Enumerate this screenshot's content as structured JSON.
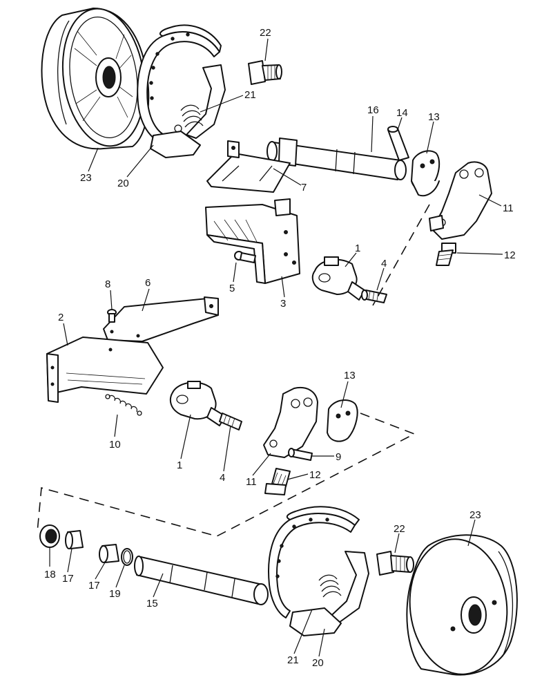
{
  "callouts": [
    {
      "id": "c22a",
      "text": "22"
    },
    {
      "id": "c21a",
      "text": "21"
    },
    {
      "id": "c16",
      "text": "16"
    },
    {
      "id": "c14",
      "text": "14"
    },
    {
      "id": "c13a",
      "text": "13"
    },
    {
      "id": "c23a",
      "text": "23"
    },
    {
      "id": "c20a",
      "text": "20"
    },
    {
      "id": "c7",
      "text": "7"
    },
    {
      "id": "c11a",
      "text": "11"
    },
    {
      "id": "c1a",
      "text": "1"
    },
    {
      "id": "c12a",
      "text": "12"
    },
    {
      "id": "c4a",
      "text": "4"
    },
    {
      "id": "c5",
      "text": "5"
    },
    {
      "id": "c3",
      "text": "3"
    },
    {
      "id": "c8",
      "text": "8"
    },
    {
      "id": "c6",
      "text": "6"
    },
    {
      "id": "c2",
      "text": "2"
    },
    {
      "id": "c13b",
      "text": "13"
    },
    {
      "id": "c10",
      "text": "10"
    },
    {
      "id": "c1b",
      "text": "1"
    },
    {
      "id": "c4b",
      "text": "4"
    },
    {
      "id": "c9",
      "text": "9"
    },
    {
      "id": "c11b",
      "text": "11"
    },
    {
      "id": "c12b",
      "text": "12"
    },
    {
      "id": "c23b",
      "text": "23"
    },
    {
      "id": "c22b",
      "text": "22"
    },
    {
      "id": "c18",
      "text": "18"
    },
    {
      "id": "c17a",
      "text": "17"
    },
    {
      "id": "c17b",
      "text": "17"
    },
    {
      "id": "c19",
      "text": "19"
    },
    {
      "id": "c15",
      "text": "15"
    },
    {
      "id": "c21b",
      "text": "21"
    },
    {
      "id": "c20b",
      "text": "20"
    }
  ]
}
